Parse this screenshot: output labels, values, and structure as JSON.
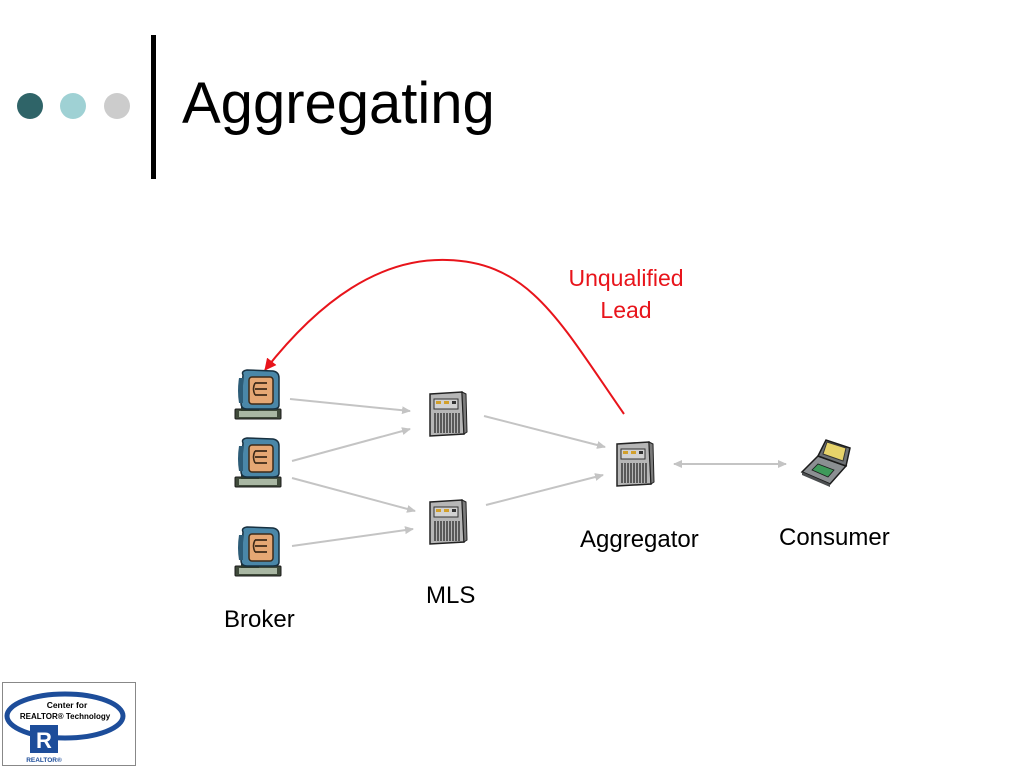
{
  "slide": {
    "title": "Aggregating",
    "accent_dots": [
      "#2f6468",
      "#9fd1d4",
      "#cccccc"
    ]
  },
  "diagram": {
    "lead_label": [
      "Unqualified",
      "Lead"
    ],
    "lead_color": "#e8141b",
    "flow_color": "#c4c4c4",
    "nodes": {
      "broker": "Broker",
      "mls": "MLS",
      "aggregator": "Aggregator",
      "consumer": "Consumer"
    }
  },
  "logo": {
    "line1": "Center for",
    "line2": "REALTOR® Technology",
    "mark": "R",
    "caption": "REALTOR®"
  }
}
